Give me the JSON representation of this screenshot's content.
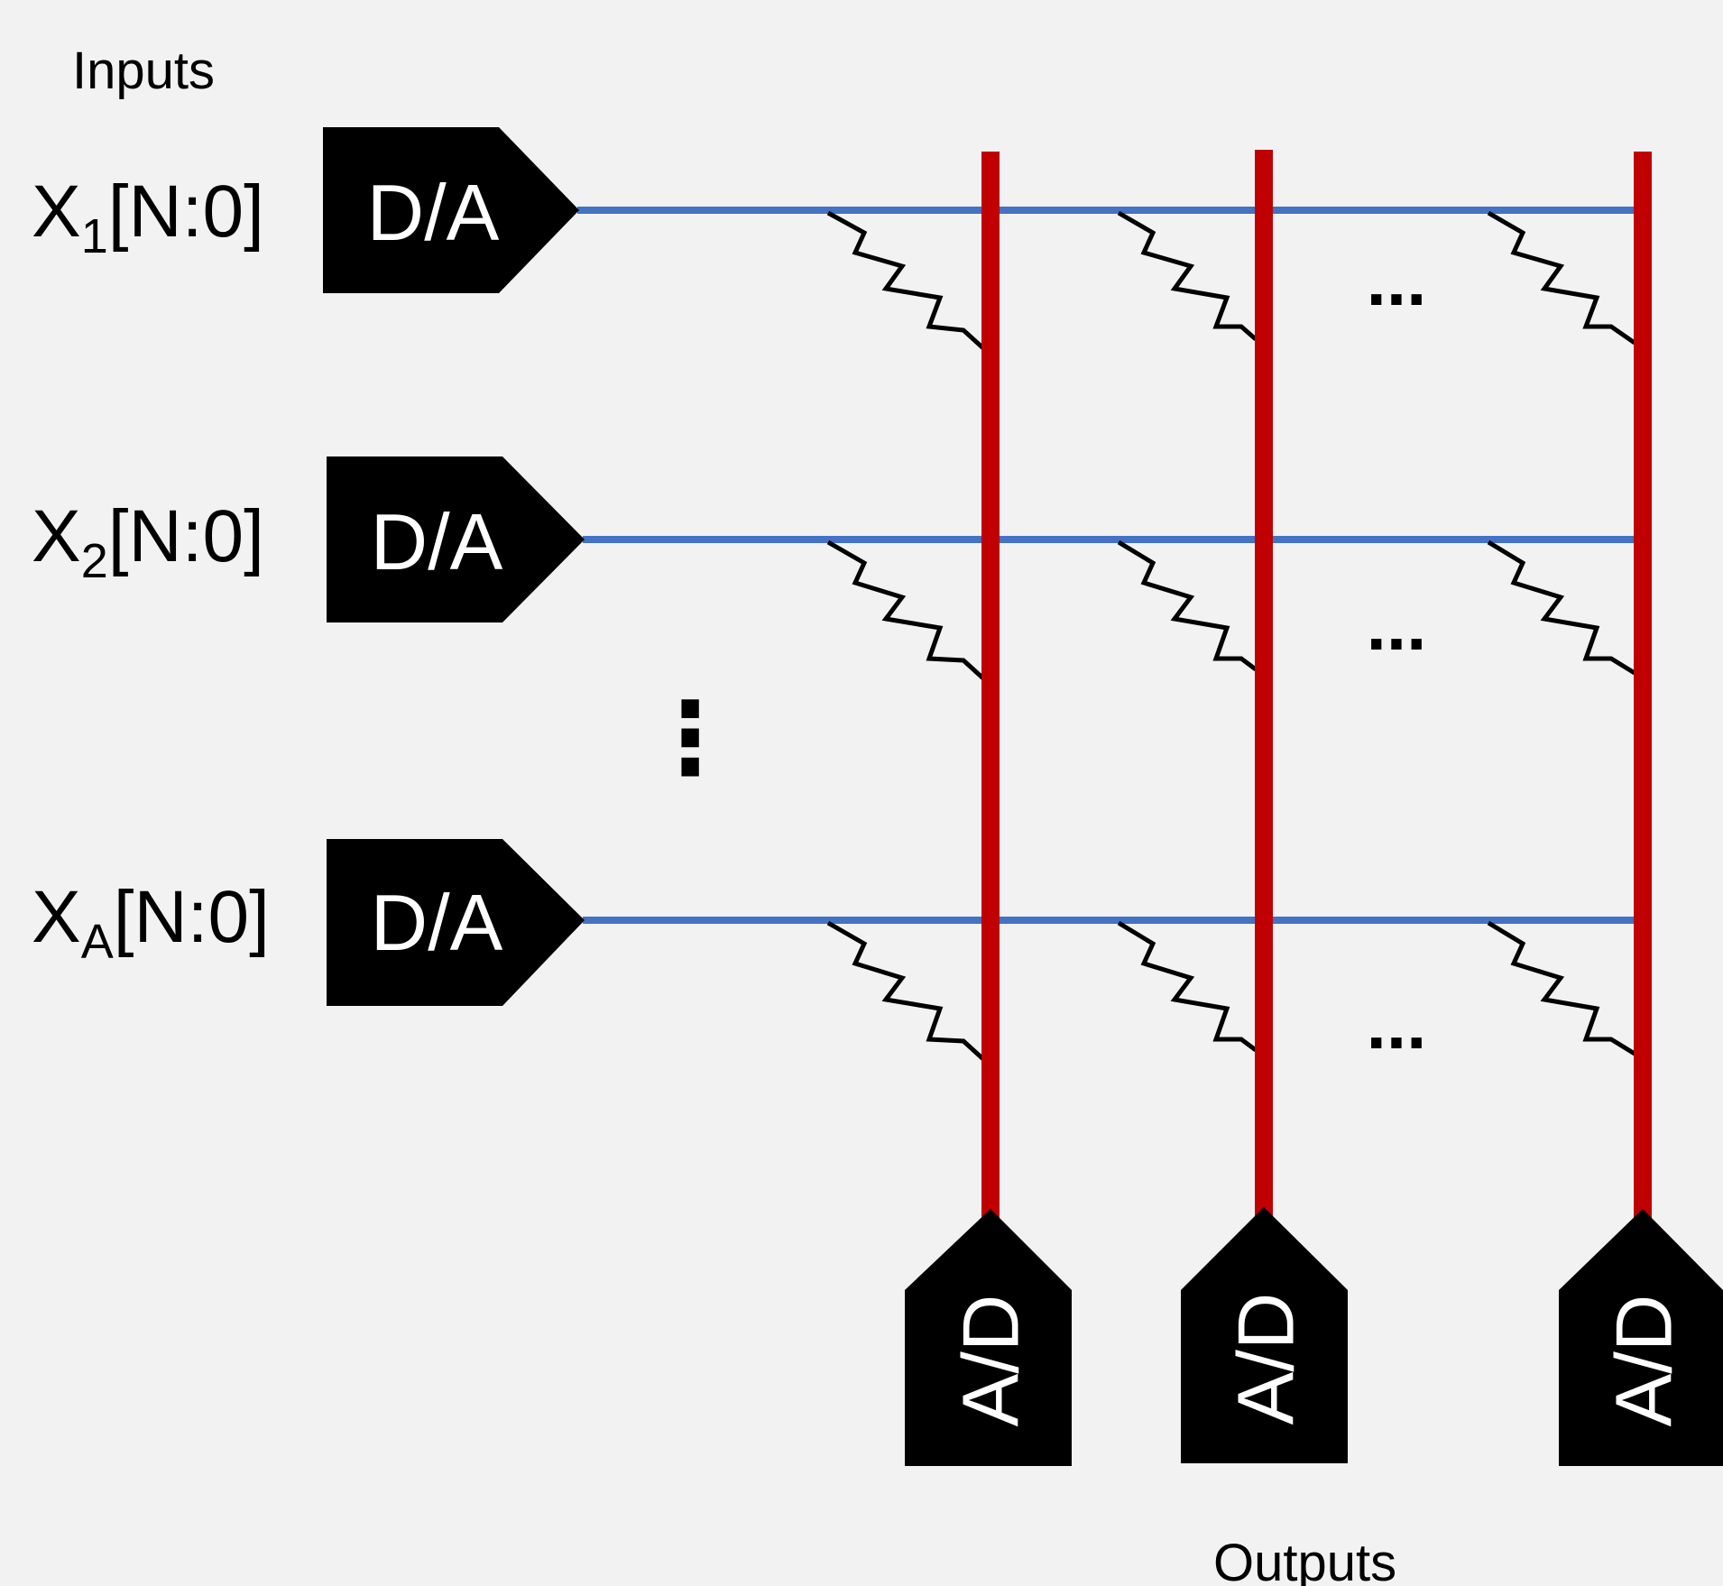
{
  "labels": {
    "inputs": "Inputs",
    "outputs": "Outputs"
  },
  "rows": [
    {
      "name": "X",
      "sub": "1",
      "bits": "[N:0]",
      "converter": "D/A"
    },
    {
      "name": "X",
      "sub": "2",
      "bits": "[N:0]",
      "converter": "D/A"
    },
    {
      "name": "X",
      "sub": "A",
      "bits": "[N:0]",
      "converter": "D/A"
    }
  ],
  "columns": [
    {
      "converter": "A/D"
    },
    {
      "converter": "A/D"
    },
    {
      "converter": "A/D"
    }
  ],
  "ellipsis": {
    "horizontal": "...",
    "vertical": "⋮"
  },
  "colors": {
    "background": "#f2f2f2",
    "input_line": "#4472c4",
    "output_line": "#c00000",
    "converter_fill": "#000000",
    "resistor": "#000000"
  }
}
